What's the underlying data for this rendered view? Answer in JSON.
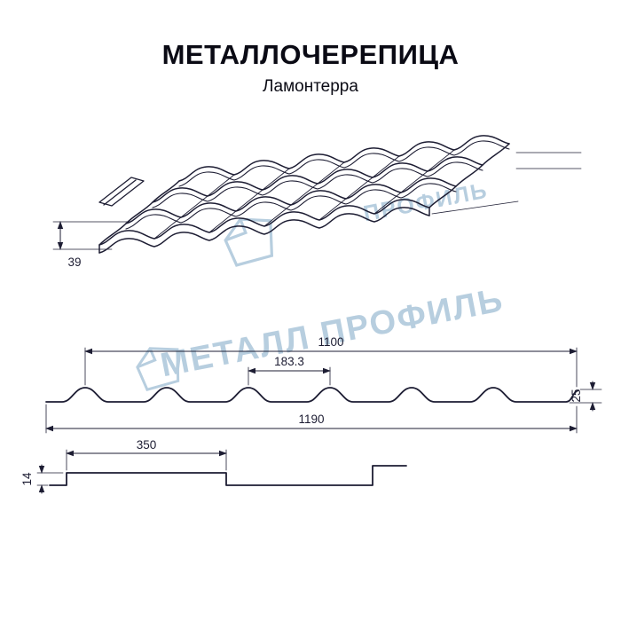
{
  "title": "МЕТАЛЛОЧЕРЕПИЦА",
  "subtitle": "Ламонтерра",
  "watermark": {
    "brand": "МЕТАЛЛ ПРОФИЛЬ",
    "brand_partial": "ПРОФИЛЬ",
    "color": "#b7cedf"
  },
  "drawing": {
    "perspective": {
      "step_height_mm": "39"
    },
    "cross_section": {
      "cover_width_mm": "1100",
      "wave_pitch_mm": "183.3",
      "profile_height_mm": "25",
      "full_width_mm": "1190"
    },
    "side_step": {
      "step_length_mm": "350",
      "step_height_mm": "14"
    }
  },
  "colors": {
    "line": "#1d1d33",
    "watermark": "#b7cedf",
    "background": "#ffffff"
  }
}
